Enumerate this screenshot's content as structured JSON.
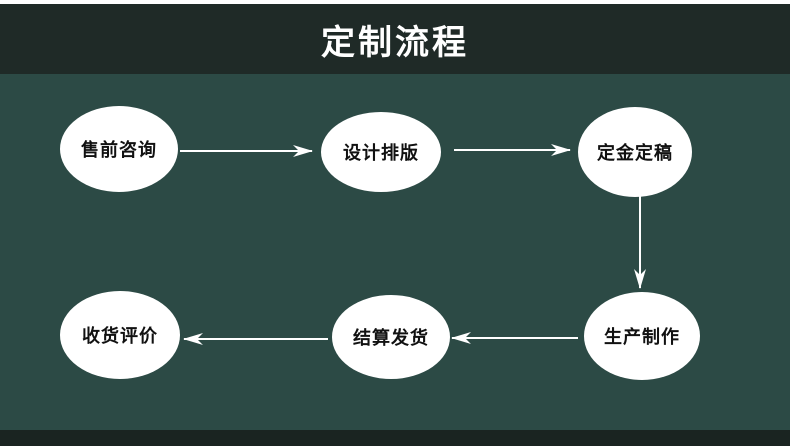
{
  "header": {
    "title": "定制流程"
  },
  "steps": [
    {
      "label": "售前咨询"
    },
    {
      "label": "设计排版"
    },
    {
      "label": "定金定稿"
    },
    {
      "label": "生产制作"
    },
    {
      "label": "结算发货"
    },
    {
      "label": "收货评价"
    }
  ],
  "colors": {
    "header_bg": "#1f2a27",
    "panel_bg": "#2c4a45",
    "node_fill": "#ffffff",
    "arrow": "#ffffff"
  }
}
